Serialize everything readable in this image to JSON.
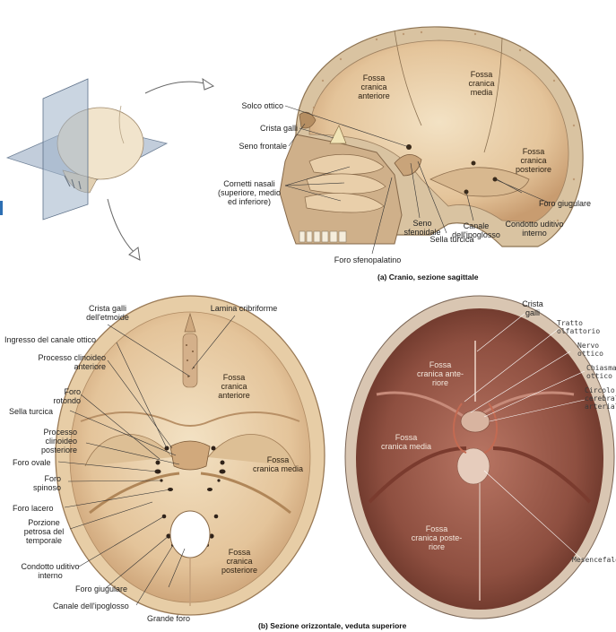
{
  "top": {
    "fosse": {
      "anteriore": "Fossa\ncranica\nanteriore",
      "media": "Fossa\ncranica\nmedia",
      "posteriore": "Fossa\ncranica\nposteriore"
    },
    "labels": {
      "solco_ottico": "Solco ottico",
      "crista_galli": "Crista galli",
      "seno_frontale": "Seno frontale",
      "cornetti_nasali": "Cornetti nasali\n(superiore, medio\ned inferiore)",
      "seno_sfenoidale": "Seno\nsfenoidale",
      "sella_turcica": "Sella turcica",
      "canale_ipoglosso": "Canale\ndell'ipoglosso",
      "condotto_uditivo": "Condotto uditivo\ninterno",
      "foro_giugulare": "Foro giugulare",
      "foro_sfenopalatino": "Foro sfenopalatino"
    },
    "caption_letter": "(a)",
    "caption_text": "Cranio, sezione sagittale"
  },
  "bottom_left": {
    "fosse": {
      "anteriore": "Fossa\ncranica\nanteriore",
      "media": "Fossa\ncranica media",
      "posteriore": "Fossa\ncranica\nposteriore"
    },
    "labels": {
      "crista_galli": "Crista galli\ndell'etmoide",
      "lamina": "Lamina cribriforme",
      "ingresso": "Ingresso del canale ottico",
      "clinoideo_ant": "Processo clinoideo\nanteriore",
      "foro_rotondo": "Foro\nrotondo",
      "sella_turcica": "Sella turcica",
      "clinoideo_post": "Processo\nclinoideo\nposteriore",
      "foro_ovale": "Foro ovale",
      "foro_spinoso": "Foro\nspinoso",
      "foro_lacero": "Foro lacero",
      "porzione_petrosa": "Porzione\npetrosa del\ntemporale",
      "condotto_uditivo": "Condotto uditivo\ninterno",
      "foro_giugulare": "Foro giugulare",
      "canale_ipoglosso": "Canale dell'ipoglosso",
      "grande_foro": "Grande foro"
    },
    "caption_letter": "(b)",
    "caption_text": "Sezione orizzontale, veduta superiore"
  },
  "bottom_right": {
    "fosse": {
      "anteriore": "Fossa\ncranica ante-\nriore",
      "media": "Fossa\ncranica media",
      "posteriore": "Fossa\ncranica poste-\nriore"
    },
    "labels": {
      "crista_galli": "Crista\ngalli",
      "tratto": "Tratto\nolfattorio",
      "nervo": "Nervo\nottico",
      "chiasma": "Chiasma\nottico",
      "circolo": "Circolo\ncerebrale\narteriale",
      "mesencefalo": "Mesencefalo"
    }
  },
  "colors": {
    "bone": "#e9d2ae",
    "bone_dark": "#c9a27a",
    "accent_blue": "#2d6fb3",
    "photo_flesh": "#9b5a48"
  }
}
